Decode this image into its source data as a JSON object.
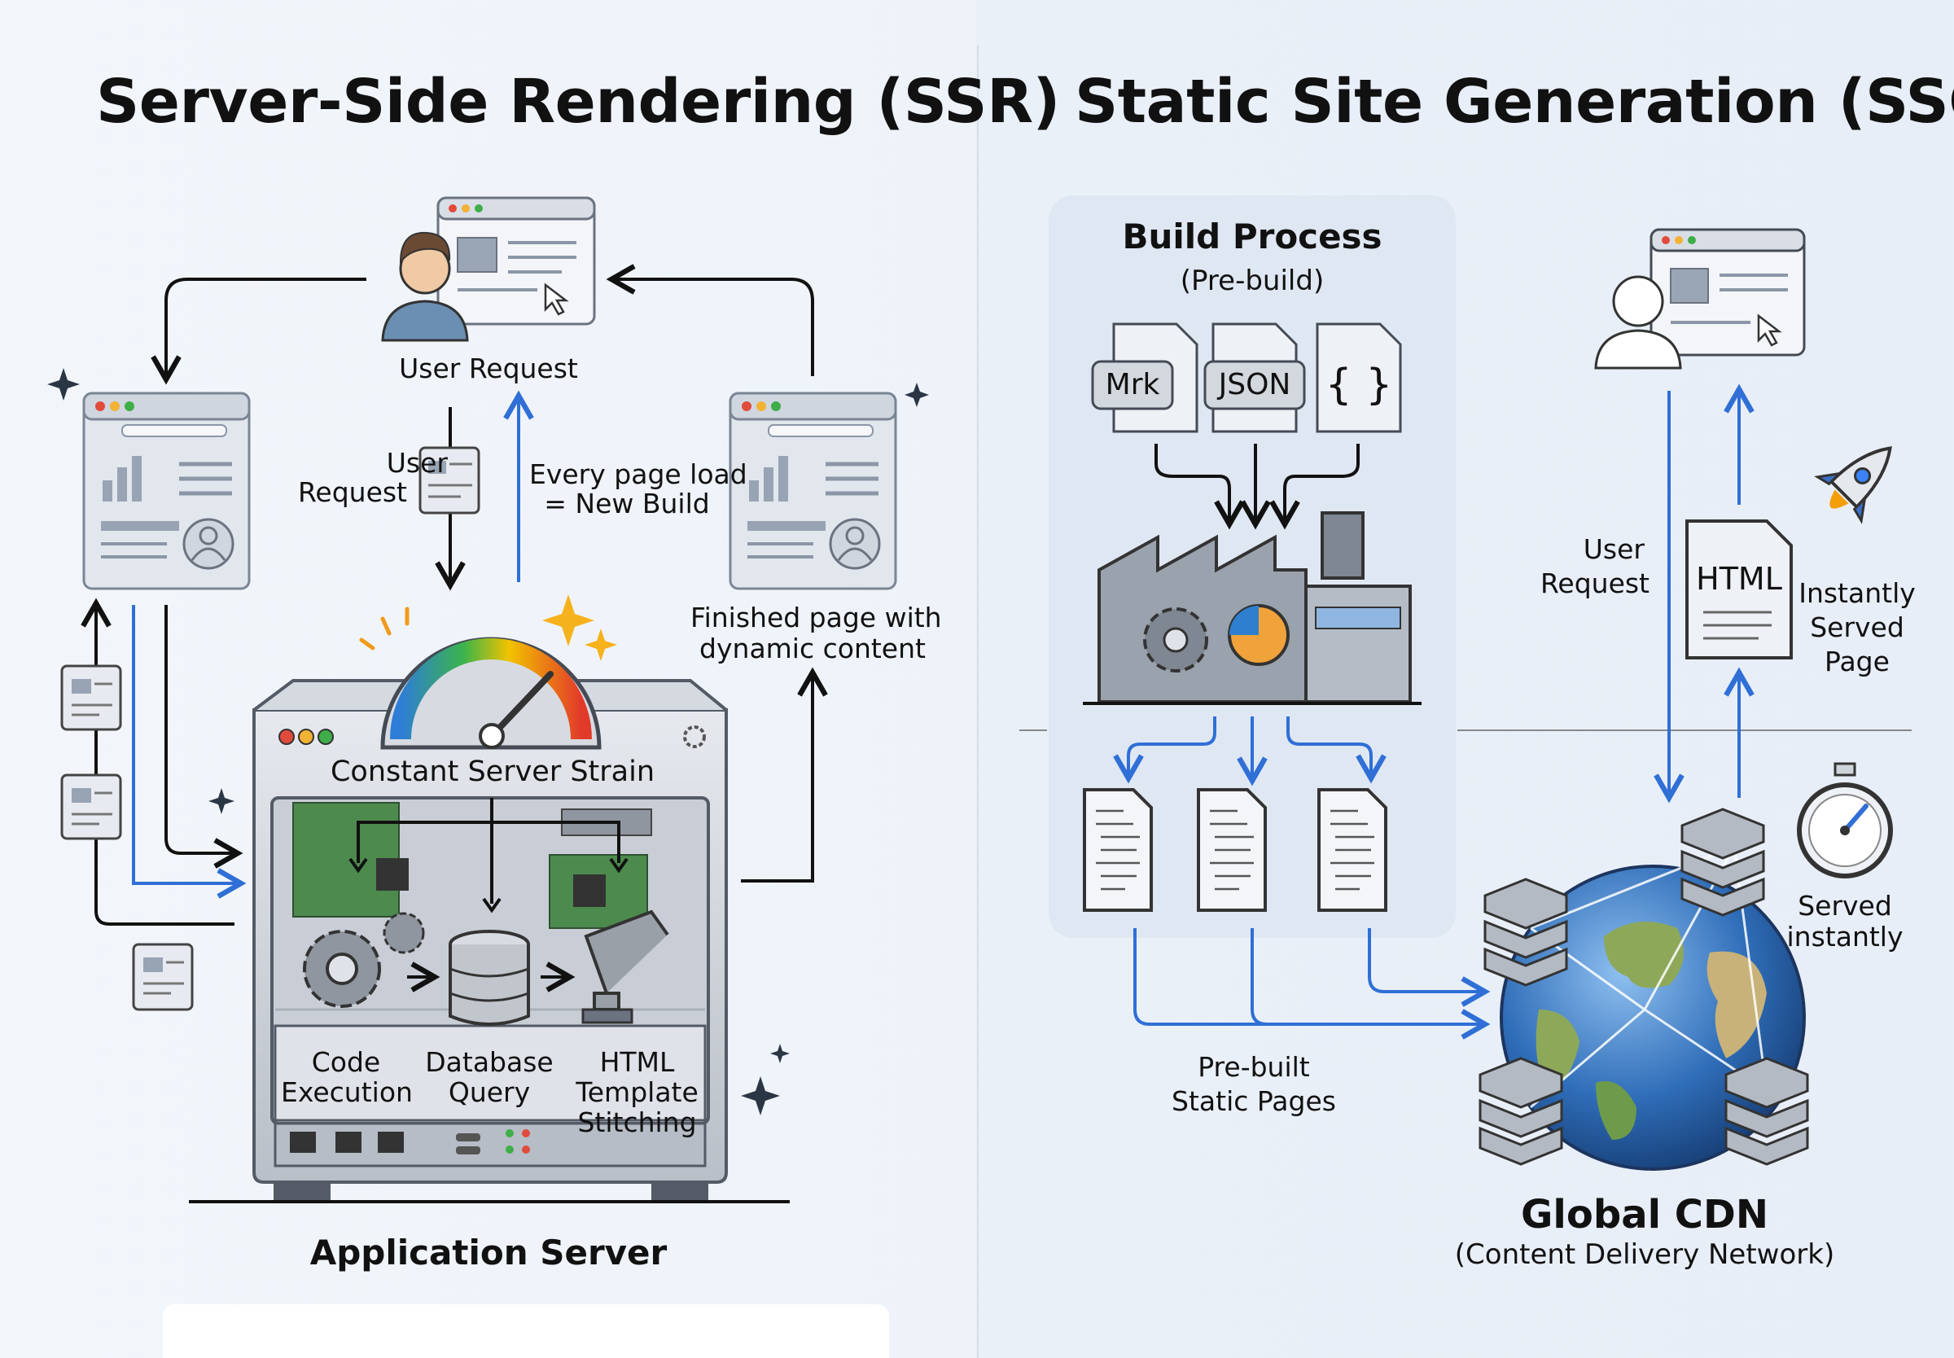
{
  "ssr": {
    "title": "Server-Side Rendering (SSR)",
    "user_request_top": "User Request",
    "user_request_mid": [
      "User",
      "Request"
    ],
    "every_page_load": [
      "Every page load",
      "= New Build"
    ],
    "finished_page": [
      "Finished page with",
      "dynamic content"
    ],
    "strain": "Constant Server Strain",
    "steps": [
      "Code",
      "Execution",
      "Database",
      "Query",
      "HTML",
      "Template",
      "Stitching"
    ],
    "server_label": "Application Server"
  },
  "ssg": {
    "title": "Static Site Generation (SSG)",
    "build_title": "Build Process",
    "build_sub": "(Pre-build)",
    "source_files": [
      "Mrk",
      "JSON",
      "{ }"
    ],
    "user_request": [
      "User",
      "Request"
    ],
    "html_doc": "HTML",
    "instantly_served": [
      "Instantly",
      "Served",
      "Page"
    ],
    "served_instantly": [
      "Served",
      "instantly"
    ],
    "prebuilt": [
      "Pre-built",
      "Static Pages"
    ],
    "cdn_title": "Global CDN",
    "cdn_sub": "(Content Delivery Network)"
  },
  "colors": {
    "blue_arrow": "#2f6fd6",
    "black_arrow": "#111111",
    "panel": "#cfd6df"
  }
}
